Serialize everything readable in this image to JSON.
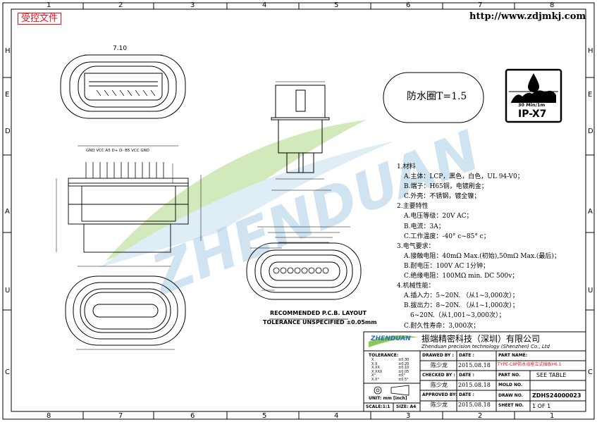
{
  "header": {
    "stamp": "受控文件",
    "url": "http://www.zdjmkj.com"
  },
  "frame": {
    "top_numbers": [
      "1",
      "2",
      "3",
      "4",
      "5",
      "6",
      "7",
      "8"
    ],
    "bottom_numbers": [
      "8",
      "7",
      "6",
      "5",
      "4",
      "3",
      "2",
      "1"
    ],
    "left_letters": [
      "H",
      "E",
      "D",
      "A",
      "U",
      "C"
    ],
    "right_letters": [
      "H",
      "E",
      "D",
      "A",
      "U",
      "C"
    ]
  },
  "watermark": "ZHENDUAN",
  "waterproof_label": "防水圈T=1.5",
  "ip_badge": {
    "time": "30 Min/1m",
    "rating": "IP-X7"
  },
  "views": {
    "top_dim": "7.10",
    "pin_labels": "GND VCC A5 D+  D-  B5 VCC GND",
    "pcb_title": "RECOMMENDED   P.C.B. LAYOUT",
    "pcb_tolerance": "TOLERANCE  UNSPECIFIED  ±0.05mm"
  },
  "notes": [
    {
      "text": "1.材料",
      "indent": "h"
    },
    {
      "text": "A.主体：LCP，黑色，白色，UL 94-V0；",
      "indent": "i"
    },
    {
      "text": "B.端子：H65铜，电镀刷金；",
      "indent": "i"
    },
    {
      "text": "C.外壳：不锈钢，镀全镍；",
      "indent": "i"
    },
    {
      "text": "2.主要特性",
      "indent": "h"
    },
    {
      "text": "A.电压等级：20V AC；",
      "indent": "i"
    },
    {
      "text": "B.电流：3A；",
      "indent": "i"
    },
    {
      "text": "C.工作温度：-40° c~85° c；",
      "indent": "i"
    },
    {
      "text": "3.电气要求：",
      "indent": "h"
    },
    {
      "text": "A.接触电阻：40mΩ Max.(初始),50mΩ Max.(最后)；",
      "indent": "i"
    },
    {
      "text": "B.耐电压：100V AC 1分钟；",
      "indent": "i"
    },
    {
      "text": "C.绝缘电阻：100MΩ min. DC 500v；",
      "indent": "i"
    },
    {
      "text": "4.机械性能：",
      "indent": "h"
    },
    {
      "text": "A.插入力：5~20N. （从1~3,000次）；",
      "indent": "i"
    },
    {
      "text": "B.拔出力：8~20N. （从1~1,000次）；",
      "indent": "i"
    },
    {
      "text": "6~20N.（从1,001~3,000次）；",
      "indent": "i2"
    },
    {
      "text": "C.耐久性寿命：3,000次；",
      "indent": "i"
    }
  ],
  "title_block": {
    "company_cn": "振端精密科技（深圳）有限公司",
    "company_en": "Zhenduan precision technology (Shenzhen) Co., Ltd",
    "logo_text": "ZHENDUAN",
    "tolerance_label": "TOLERANCE:",
    "tolerance_rows": [
      {
        "key": "X.",
        "val": "±0.30"
      },
      {
        "key": "X.X",
        "val": "±0.20"
      },
      {
        "key": "X.XX",
        "val": "±0.10"
      },
      {
        "key": "X.XXX",
        "val": "±0.05"
      },
      {
        "key": "X°",
        "val": "±0°"
      },
      {
        "key": "X.X°",
        "val": "±0.5°"
      }
    ],
    "unit_label": "UNIT:  mm  [inch]",
    "scale_label": "SCALE:1:1",
    "size_label": "SIZE: A4",
    "drawn_by_label": "DRAWED BY :",
    "drawn_by": "陈少龙",
    "checked_by_label": "CHECKED BY :",
    "checked_by": "陈少龙",
    "approved_by_label": "APPROVED BY:",
    "approved_by": "陈少龙",
    "date_label": "DATE :",
    "date1": "2015.08.18",
    "date2": "2015.08.18",
    "date3": "2015.08.18",
    "part_name_label": "PART NAME:",
    "part_name": "TYPE-C8P防水母座立式插板H6.1",
    "part_no_label": "PART NO.",
    "part_no": "SEE TABLE",
    "mold_no_label": "MOLD NO.",
    "mold_no": "",
    "draw_no_label": "DRAW NO.",
    "draw_no": "ZDHS24000023",
    "sheet_no_label": "SHEET NO.",
    "sheet_no": "1 OF 1"
  }
}
